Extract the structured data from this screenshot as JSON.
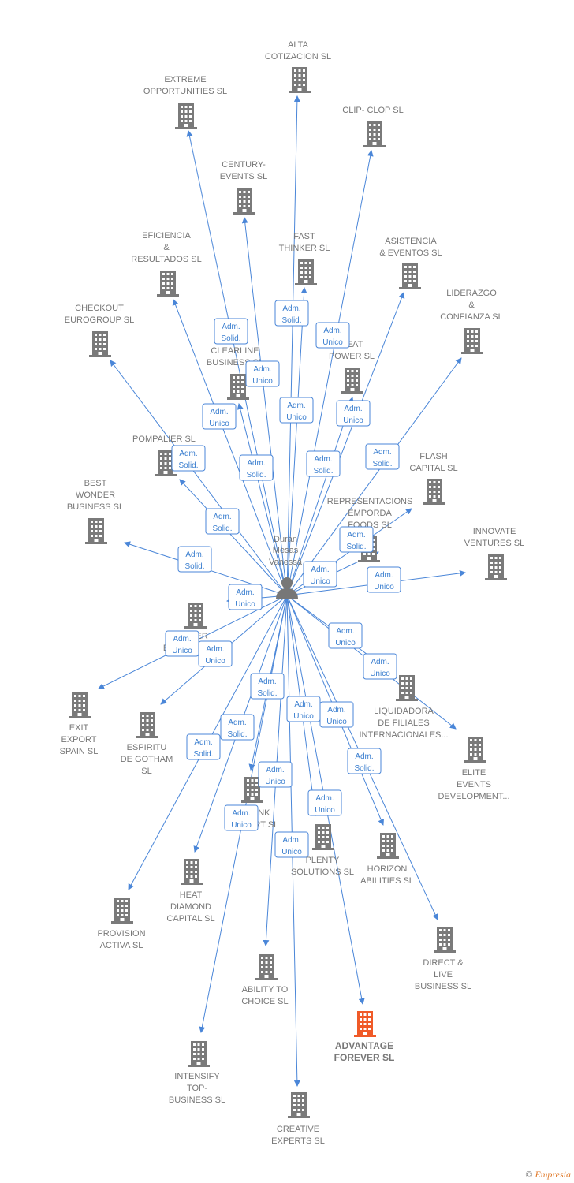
{
  "colors": {
    "edge": "#4a86d8",
    "node": "#7a7a7a",
    "highlight": "#f05a28",
    "label": "#777777",
    "badge_border": "#4a86d8",
    "badge_text": "#3a7ecf"
  },
  "center": {
    "name_lines": [
      "Duran",
      "Mesas",
      "Vanessa"
    ],
    "icon": "person-icon"
  },
  "companies": [
    {
      "id": "alta-cotizacion",
      "lines": [
        "ALTA",
        "COTIZACION SL"
      ]
    },
    {
      "id": "extreme-opportunities",
      "lines": [
        "EXTREME",
        "OPPORTUNITIES SL"
      ]
    },
    {
      "id": "clip-clop",
      "lines": [
        "CLIP- CLOP SL"
      ]
    },
    {
      "id": "century-events",
      "lines": [
        "CENTURY-",
        "EVENTS  SL"
      ]
    },
    {
      "id": "eficiencia-resultados",
      "lines": [
        "EFICIENCIA",
        "&",
        "RESULTADOS SL"
      ]
    },
    {
      "id": "fast-thinker",
      "lines": [
        "FAST",
        "THINKER  SL"
      ]
    },
    {
      "id": "asistencia-eventos",
      "lines": [
        "ASISTENCIA",
        "& EVENTOS  SL"
      ]
    },
    {
      "id": "liderazgo-confianza",
      "lines": [
        "LIDERAZGO",
        "&",
        "CONFIANZA SL"
      ]
    },
    {
      "id": "checkout-eurogroup",
      "lines": [
        "CHECKOUT",
        "EUROGROUP SL"
      ]
    },
    {
      "id": "clearline-business",
      "lines": [
        "CLEARLINE",
        "BUSINESS SL"
      ]
    },
    {
      "id": "heat-power",
      "lines": [
        "HEAT",
        "POWER SL"
      ]
    },
    {
      "id": "pompalier",
      "lines": [
        "POMPALIER SL"
      ]
    },
    {
      "id": "flash-capital",
      "lines": [
        "FLASH",
        "CAPITAL SL"
      ]
    },
    {
      "id": "best-wonder",
      "lines": [
        "BEST",
        "WONDER",
        "BUSINESS SL"
      ]
    },
    {
      "id": "representaciones-emporda",
      "lines": [
        "REPRESENTACIONS",
        "EMPORDA",
        "FOODS  SL"
      ]
    },
    {
      "id": "innovate-ventures",
      "lines": [
        "INNOVATE",
        "VENTURES SL"
      ]
    },
    {
      "id": "power-business",
      "lines": [
        "POWER",
        "BUSINESS SL"
      ]
    },
    {
      "id": "liquidadora-filiales",
      "lines": [
        "LIQUIDADORA",
        "DE FILIALES",
        "INTERNACIONALES..."
      ]
    },
    {
      "id": "exit-export",
      "lines": [
        "EXIT",
        "EXPORT",
        "SPAIN SL"
      ]
    },
    {
      "id": "espiritu-gotham",
      "lines": [
        "ESPIRITU",
        "DE GOTHAM",
        "SL"
      ]
    },
    {
      "id": "elite-events",
      "lines": [
        "ELITE",
        "EVENTS",
        "DEVELOPMENT..."
      ]
    },
    {
      "id": "think-smart",
      "lines": [
        "THINK",
        "SMART SL"
      ]
    },
    {
      "id": "plenty-solutions",
      "lines": [
        "PLENTY",
        "SOLUTIONS SL"
      ]
    },
    {
      "id": "horizon-abilities",
      "lines": [
        "HORIZON",
        "ABILITIES SL"
      ]
    },
    {
      "id": "heat-diamond",
      "lines": [
        "HEAT",
        "DIAMOND",
        "CAPITAL SL"
      ]
    },
    {
      "id": "provision-activa",
      "lines": [
        "PROVISION",
        "ACTIVA SL"
      ]
    },
    {
      "id": "direct-live",
      "lines": [
        "DIRECT &",
        "LIVE",
        "BUSINESS SL"
      ]
    },
    {
      "id": "ability-to-choice",
      "lines": [
        "ABILITY TO",
        "CHOICE SL"
      ]
    },
    {
      "id": "advantage-forever",
      "lines": [
        "ADVANTAGE",
        "FOREVER  SL"
      ],
      "highlight": true
    },
    {
      "id": "intensify-top",
      "lines": [
        "INTENSIFY",
        "TOP-",
        "BUSINESS SL"
      ]
    },
    {
      "id": "creative-experts",
      "lines": [
        "CREATIVE",
        "EXPERTS  SL"
      ]
    }
  ],
  "roles": [
    {
      "target": "alta-cotizacion",
      "lines": [
        "Adm.",
        "Solid."
      ]
    },
    {
      "target": "extreme-opportunities",
      "lines": [
        "Adm.",
        "Solid."
      ]
    },
    {
      "target": "clip-clop",
      "lines": [
        "Adm.",
        "Unico"
      ]
    },
    {
      "target": "century-events",
      "lines": [
        "Adm.",
        "Unico"
      ]
    },
    {
      "target": "eficiencia-resultados",
      "lines": [
        "Adm.",
        "Unico"
      ]
    },
    {
      "target": "fast-thinker",
      "lines": [
        "Adm.",
        "Unico"
      ]
    },
    {
      "target": "asistencia-eventos",
      "lines": [
        "Adm.",
        "Unico"
      ]
    },
    {
      "target": "liderazgo-confianza",
      "lines": [
        "Adm.",
        "Solid."
      ]
    },
    {
      "target": "checkout-eurogroup",
      "lines": [
        "Adm.",
        "Solid."
      ]
    },
    {
      "target": "clearline-business",
      "lines": [
        "Adm.",
        "Solid."
      ]
    },
    {
      "target": "heat-power",
      "lines": [
        "Adm.",
        "Solid."
      ]
    },
    {
      "target": "pompalier",
      "lines": [
        "Adm.",
        "Solid."
      ]
    },
    {
      "target": "representaciones-emporda",
      "lines": [
        "Adm.",
        "Solid."
      ]
    },
    {
      "target": "best-wonder",
      "lines": [
        "Adm.",
        "Solid."
      ]
    },
    {
      "target": "flash-capital",
      "lines": [
        "Adm.",
        "Unico"
      ]
    },
    {
      "target": "innovate-ventures",
      "lines": [
        "Adm.",
        "Unico"
      ]
    },
    {
      "target": "power-business",
      "lines": [
        "Adm.",
        "Unico"
      ]
    },
    {
      "target": "exit-export",
      "lines": [
        "Adm.",
        "Unico"
      ]
    },
    {
      "target": "espiritu-gotham",
      "lines": [
        "Adm.",
        "Unico"
      ]
    },
    {
      "target": "liquidadora-filiales",
      "lines": [
        "Adm.",
        "Unico"
      ]
    },
    {
      "target": "elite-events",
      "lines": [
        "Adm.",
        "Unico"
      ]
    },
    {
      "target": "heat-diamond",
      "lines": [
        "Adm.",
        "Solid."
      ]
    },
    {
      "target": "provision-activa",
      "lines": [
        "Adm.",
        "Solid."
      ]
    },
    {
      "target": "ability-to-choice",
      "lines": [
        "Adm.",
        "Solid."
      ]
    },
    {
      "target": "plenty-solutions",
      "lines": [
        "Adm.",
        "Unico"
      ]
    },
    {
      "target": "horizon-abilities",
      "lines": [
        "Adm.",
        "Unico"
      ]
    },
    {
      "target": "direct-live",
      "lines": [
        "Adm.",
        "Solid."
      ]
    },
    {
      "target": "think-smart",
      "lines": [
        "Adm.",
        "Unico"
      ]
    },
    {
      "target": "intensify-top",
      "lines": [
        "Adm.",
        "Unico"
      ]
    },
    {
      "target": "advantage-forever",
      "lines": [
        "Adm.",
        "Unico"
      ]
    },
    {
      "target": "creative-experts",
      "lines": [
        "Adm.",
        "Unico"
      ]
    }
  ],
  "footer": {
    "copyright": "©",
    "brand": "Empresia"
  }
}
